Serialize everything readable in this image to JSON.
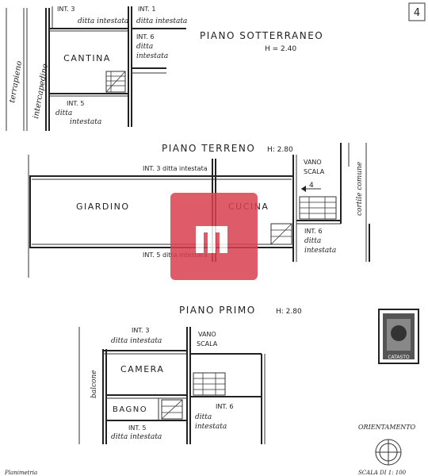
{
  "page_number": "4",
  "basement": {
    "title": "PIANO SOTTERRANEO",
    "height": "H = 2.40",
    "room": "CANTINA",
    "int3_top": "INT. 3",
    "int3_bottom": "ditta intestata",
    "int1_top": "INT. 1",
    "int1_bottom": "ditta intestata",
    "int6_top": "INT. 6",
    "int6_mid": "ditta",
    "int6_bottom": "intestata",
    "int5_top": "INT. 5",
    "int5_mid": "ditta",
    "int5_bottom": "intestata",
    "terrapieno": "terrapieno",
    "intercapedine": "intercapedine"
  },
  "ground": {
    "title": "PIANO TERRENO",
    "height": "H: 2.80",
    "int3": "INT. 3 ditta intestata",
    "garden": "GIARDINO",
    "kitchen": "CUCINA",
    "int5": "INT. 5 ditta intestata",
    "stair_top": "VANO",
    "stair_bottom": "SCALA",
    "step_mark": "4",
    "int6_top": "INT. 6",
    "int6_mid": "ditta",
    "int6_bottom": "intestata",
    "courtyard": "cortile comune"
  },
  "first": {
    "title": "PIANO PRIMO",
    "height": "H: 2.80",
    "int3_top": "INT. 3",
    "int3_bottom": "ditta intestata",
    "stair_top": "VANO",
    "stair_bottom": "SCALA",
    "balcony": "balcone",
    "room": "CAMERA",
    "bath": "BAGNO",
    "int6_top": "INT. 6",
    "int6_mid": "ditta",
    "int6_bottom": "intestata",
    "int5_top": "INT. 5",
    "int5_bottom": "ditta intestata"
  },
  "stamp_text": "CATASTO",
  "orientation_label": "ORIENTAMENTO",
  "scale": "SCALA DI 1: 100",
  "bottom_left": "Planimetria",
  "watermark_color": "#d9404f"
}
